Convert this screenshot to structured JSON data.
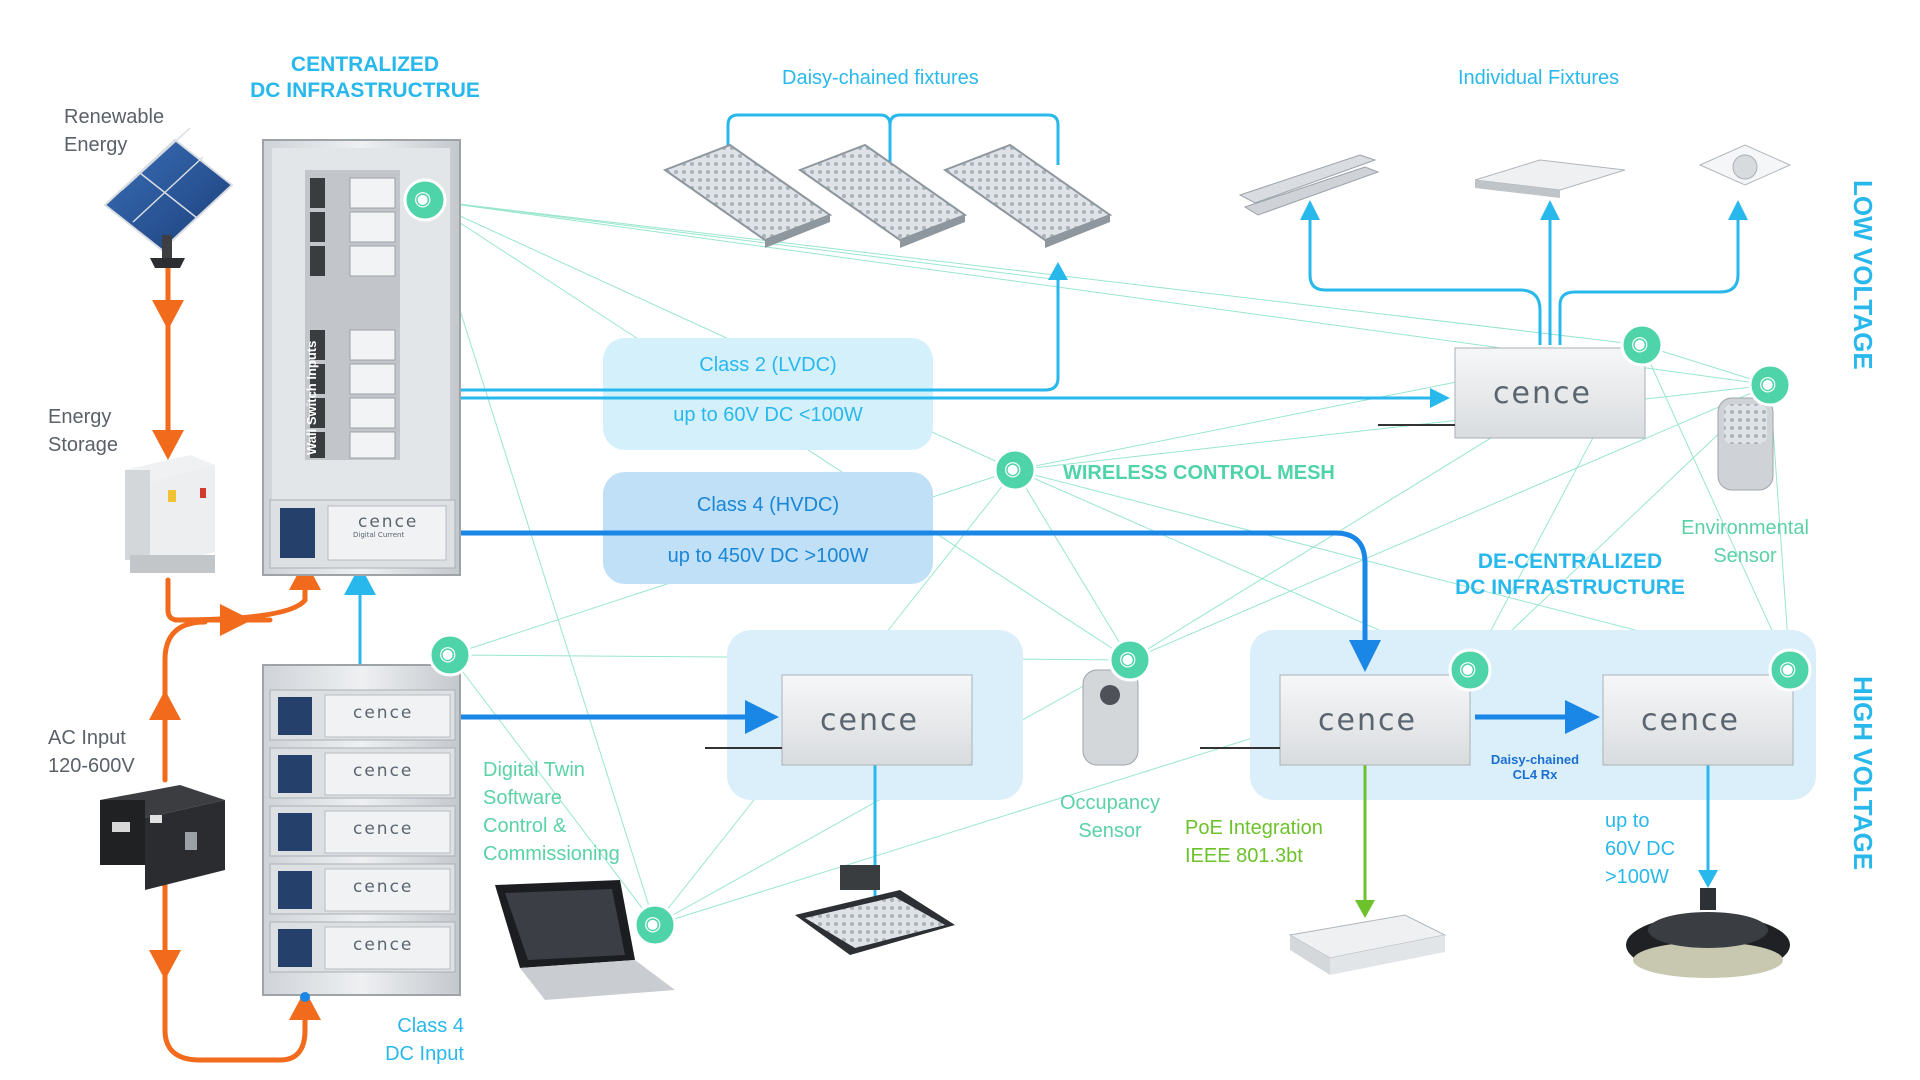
{
  "labels": {
    "renewable": [
      "Renewable",
      "Energy"
    ],
    "storage": [
      "Energy",
      "Storage"
    ],
    "ac_input": [
      "AC Input",
      "120-600V"
    ],
    "centralized": [
      "CENTRALIZED",
      "DC INFRASTRUCTRUE"
    ],
    "daisy_fixtures": "Daisy-chained fixtures",
    "individual_fixtures": "Individual Fixtures",
    "low_voltage": "LOW VOLTAGE",
    "high_voltage": "HIGH VOLTAGE",
    "class2_title": "Class 2 (LVDC)",
    "class2_spec": "up to 60V DC <100W",
    "class4_title": "Class 4 (HVDC)",
    "class4_spec": "up to 450V DC >100W",
    "wireless_mesh": "WIRELESS CONTROL MESH",
    "environmental": [
      "Environmental",
      "Sensor"
    ],
    "decentralized": [
      "DE-CENTRALIZED",
      "DC INFRASTRUCTURE"
    ],
    "digital_twin": [
      "Digital Twin",
      "Software",
      "Control &",
      "Commissioning"
    ],
    "occupancy": [
      "Occupancy",
      "Sensor"
    ],
    "poe": [
      "PoE Integration",
      "IEEE 801.3bt"
    ],
    "daisy_cl4": [
      "Daisy-chained",
      "CL4 Rx"
    ],
    "up_to": [
      "up to",
      "60V DC",
      ">100W"
    ],
    "class4_dc_input": [
      "Class 4",
      "DC Input"
    ],
    "wall_switch": "Wall Switch Inputs"
  },
  "brand": {
    "name": "cence",
    "tagline": "Digital Current"
  },
  "colors": {
    "orange": "#f26a1b",
    "blue": "#29b8ec",
    "deep_blue": "#1a86e6",
    "mesh_green": "#4fd3a8",
    "lime": "#6dc22c"
  }
}
